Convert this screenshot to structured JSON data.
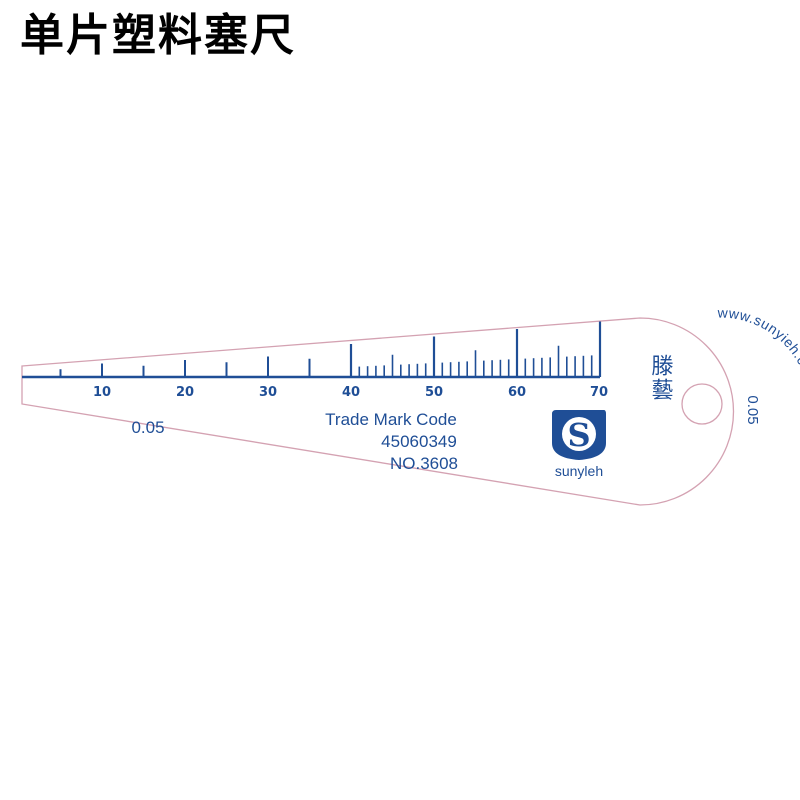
{
  "title": "单片塑料塞尺",
  "gauge": {
    "thickness_left": "0.05",
    "thickness_right": "0.05",
    "scale_unit_step": 1,
    "scale_max": 70,
    "scale_labels": [
      "10",
      "20",
      "30",
      "40",
      "50",
      "60",
      "70"
    ],
    "trademark_label": "Trade Mark Code",
    "code": "45060349",
    "model": "NO.3608",
    "brand": "sunyleh",
    "chinese_brand": "滕藝",
    "website": "www.sunyieh.com.cn",
    "logo_icon": "sunyleh-s-logo-icon",
    "hanging_hole_icon": "hanging-hole-icon"
  },
  "colors": {
    "print": "#1f4e96",
    "outline": "#d4a2b2",
    "background": "#ffffff"
  }
}
